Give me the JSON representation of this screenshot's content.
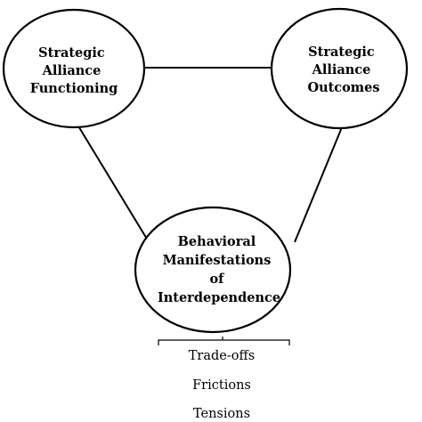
{
  "nodes": {
    "functioning": {
      "lines": [
        "Strategic",
        "Alliance",
        "Functioning"
      ]
    },
    "outcomes": {
      "lines": [
        "Strategic",
        "Alliance",
        "Outcomes"
      ]
    },
    "interdependence": {
      "lines": [
        "Behavioral",
        "Manifestations",
        "of",
        "Interdependence"
      ]
    }
  },
  "manifestations": [
    "Trade-offs",
    "Frictions",
    "Tensions"
  ],
  "colors": {
    "stroke": "#000000",
    "fill": "#ffffff",
    "text": "#000000"
  }
}
